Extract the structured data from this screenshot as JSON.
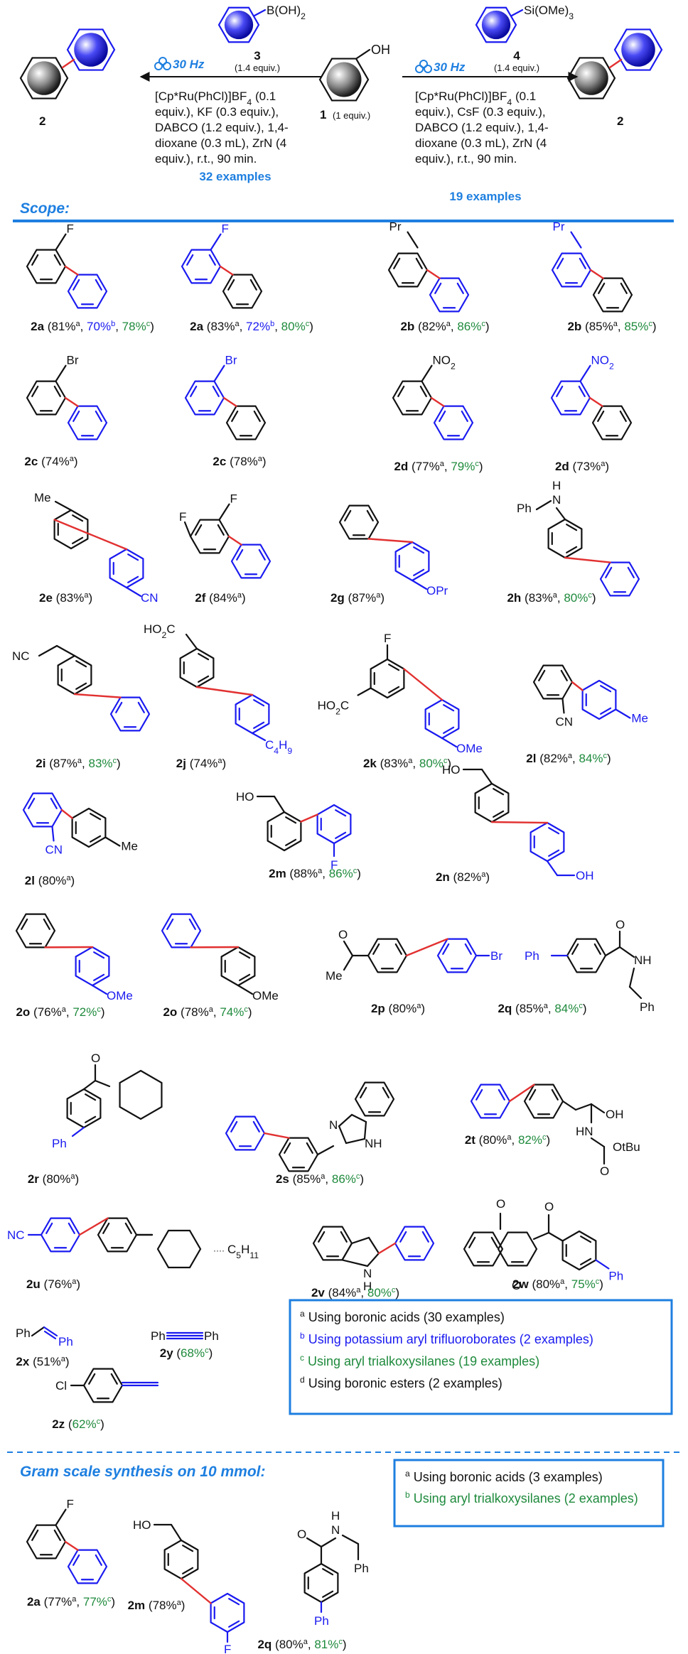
{
  "header": {
    "reagent_boronic": "B(OH)",
    "reagent_boronic_sub": "2",
    "reagent_silane": "Si(OMe)",
    "reagent_silane_sub": "3",
    "num3": "3",
    "num4": "4",
    "equiv3": "(1.4 equiv.)",
    "equiv4": "(1.4 equiv.)",
    "freq_left": "30 Hz",
    "freq_right": "30 Hz",
    "phenol_oh": "OH",
    "phenol_num": "1",
    "phenol_equiv": "(1 equiv.)",
    "product_left": "2",
    "product_right": "2",
    "cond_left": [
      "[Cp*Ru(PhCl)]BF",
      "equiv.), KF (0.3 equiv.),",
      "DABCO (1.2 equiv.), 1,4-",
      "dioxane (0.3 mL), ZrN (4",
      "equiv.), r.t., 90 min."
    ],
    "cond_left_tail": "(0.1",
    "cond_left_sub": "4",
    "cond_right": [
      "[Cp*Ru(PhCl)]BF",
      "equiv.), CsF (0.3 equiv.),",
      "DABCO (1.2 equiv.), 1,4-",
      "dioxane (0.3 mL), ZrN (4",
      "equiv.), r.t., 90 min."
    ],
    "cond_right_tail": "(0.1",
    "cond_right_sub": "4",
    "examples_left": "32 examples",
    "examples_right": "19 examples"
  },
  "scope_title": "Scope:",
  "entries": [
    {
      "label": "2a",
      "pct": "81%",
      "sup": "a",
      "extra": [
        {
          "text": "70%",
          "sup": "b",
          "color": "blue"
        },
        {
          "text": "78%",
          "sup": "c",
          "color": "green"
        }
      ]
    },
    {
      "label": "2a",
      "pct": "83%",
      "sup": "a",
      "extra": [
        {
          "text": "72%",
          "sup": "b",
          "color": "blue"
        },
        {
          "text": "80%",
          "sup": "c",
          "color": "green"
        }
      ]
    },
    {
      "label": "2b",
      "pct": "82%",
      "sup": "a",
      "extra": [
        {
          "text": "86%",
          "sup": "c",
          "color": "green"
        }
      ]
    },
    {
      "label": "2b",
      "pct": "85%",
      "sup": "a",
      "extra": [
        {
          "text": "85%",
          "sup": "c",
          "color": "green"
        }
      ]
    },
    {
      "label": "2c",
      "pct": "74%",
      "sup": "a",
      "extra": []
    },
    {
      "label": "2c",
      "pct": "78%",
      "sup": "a",
      "extra": []
    },
    {
      "label": "2d",
      "pct": "77%",
      "sup": "a",
      "extra": [
        {
          "text": "79%",
          "sup": "c",
          "color": "green"
        }
      ]
    },
    {
      "label": "2d",
      "pct": "73%",
      "sup": "a",
      "extra": []
    },
    {
      "label": "2e",
      "pct": "83%",
      "sup": "a",
      "extra": []
    },
    {
      "label": "2f",
      "pct": "84%",
      "sup": "a",
      "extra": []
    },
    {
      "label": "2g",
      "pct": "87%",
      "sup": "a",
      "extra": []
    },
    {
      "label": "2h",
      "pct": "83%",
      "sup": "a",
      "extra": [
        {
          "text": "80%",
          "sup": "c",
          "color": "green"
        }
      ]
    },
    {
      "label": "2i",
      "pct": "87%",
      "sup": "a",
      "extra": [
        {
          "text": "83%",
          "sup": "c",
          "color": "green"
        }
      ]
    },
    {
      "label": "2j",
      "pct": "74%",
      "sup": "a",
      "extra": []
    },
    {
      "label": "2k",
      "pct": "83%",
      "sup": "a",
      "extra": [
        {
          "text": "80%",
          "sup": "c",
          "color": "green"
        }
      ]
    },
    {
      "label": "2l",
      "pct": "82%",
      "sup": "a",
      "extra": [
        {
          "text": "84%",
          "sup": "c",
          "color": "green"
        }
      ]
    },
    {
      "label": "2l",
      "pct": "80%",
      "sup": "a",
      "extra": []
    },
    {
      "label": "2m",
      "pct": "88%",
      "sup": "a",
      "extra": [
        {
          "text": "86%",
          "sup": "c",
          "color": "green"
        }
      ]
    },
    {
      "label": "2n",
      "pct": "82%",
      "sup": "a",
      "extra": []
    },
    {
      "label": "2o",
      "pct": "76%",
      "sup": "a",
      "extra": [
        {
          "text": "72%",
          "sup": "c",
          "color": "green"
        }
      ]
    },
    {
      "label": "2o",
      "pct": "78%",
      "sup": "a",
      "extra": [
        {
          "text": "74%",
          "sup": "c",
          "color": "green"
        }
      ]
    },
    {
      "label": "2p",
      "pct": "80%",
      "sup": "a",
      "extra": []
    },
    {
      "label": "2q",
      "pct": "85%",
      "sup": "a",
      "extra": [
        {
          "text": "84%",
          "sup": "c",
          "color": "green"
        }
      ]
    },
    {
      "label": "2r",
      "pct": "80%",
      "sup": "a",
      "extra": []
    },
    {
      "label": "2s",
      "pct": "85%",
      "sup": "a",
      "extra": [
        {
          "text": "86%",
          "sup": "c",
          "color": "green"
        }
      ]
    },
    {
      "label": "2t",
      "pct": "80%",
      "sup": "a",
      "extra": [
        {
          "text": "82%",
          "sup": "c",
          "color": "green"
        }
      ]
    },
    {
      "label": "2u",
      "pct": "76%",
      "sup": "a",
      "extra": []
    },
    {
      "label": "2v",
      "pct": "84%",
      "sup": "a",
      "extra": [
        {
          "text": "80%",
          "sup": "c",
          "color": "green"
        }
      ]
    },
    {
      "label": "2w",
      "pct": "80%",
      "sup": "a",
      "extra": [
        {
          "text": "75%",
          "sup": "c",
          "color": "green"
        }
      ]
    },
    {
      "label": "2x",
      "pct": "51%",
      "sup": "a",
      "extra": []
    },
    {
      "label": "2y",
      "pct": "",
      "sup": "",
      "extra": [
        {
          "text": "68%",
          "sup": "c",
          "color": "green"
        }
      ]
    },
    {
      "label": "2z",
      "pct": "",
      "sup": "",
      "extra": [
        {
          "text": "62%",
          "sup": "c",
          "color": "green"
        }
      ]
    }
  ],
  "atom_labels": {
    "F": "F",
    "Pr": "Pr",
    "Br": "Br",
    "NO": "NO",
    "NO_sub": "2",
    "Me": "Me",
    "CN": "CN",
    "OPr": "OPr",
    "N": "N",
    "H": "H",
    "Ph": "Ph",
    "NC": "NC",
    "HO2C": "HO",
    "HO2C_sub": "2",
    "HO2C_tail": "C",
    "C4H9": "C",
    "C4H9_a": "4",
    "C4H9_b": "H",
    "C4H9_c": "9",
    "OMe": "OMe",
    "HO": "HO",
    "OH": "OH",
    "O": "O",
    "NH": "NH",
    "HN": "HN",
    "OtBu": "OtBu",
    "C5H11": "C",
    "C5H11_a": "5",
    "C5H11_b": "H",
    "C5H11_c": "11",
    "Cl": "Cl"
  },
  "footnotes": [
    {
      "sup": "a",
      "text": "Using  boronic acids (30 examples)",
      "color": "black"
    },
    {
      "sup": "b",
      "text": "Using potassium aryl trifluoroborates (2 examples)",
      "color": "blue"
    },
    {
      "sup": "c",
      "text": "Using aryl trialkoxysilanes (19 examples)",
      "color": "green"
    },
    {
      "sup": "d",
      "text": "Using boronic esters (2 examples)",
      "color": "black"
    }
  ],
  "gram_title": "Gram scale synthesis on 10 mmol:",
  "gram_footnotes": [
    {
      "sup": "a",
      "text": "Using  boronic acids (3 examples)",
      "color": "black"
    },
    {
      "sup": "b",
      "text": "Using aryl trialkoxysilanes (2 examples)",
      "color": "green"
    }
  ],
  "gram_entries": [
    {
      "label": "2a",
      "pct": "77%",
      "sup": "a",
      "extra": [
        {
          "text": "77%",
          "sup": "c",
          "color": "green"
        }
      ]
    },
    {
      "label": "2m",
      "pct": "78%",
      "sup": "a",
      "extra": []
    },
    {
      "label": "2q",
      "pct": "80%",
      "sup": "a",
      "extra": [
        {
          "text": "81%",
          "sup": "c",
          "color": "green"
        }
      ]
    }
  ],
  "colors": {
    "blue": "#1a1af0",
    "green": "#1e8a3c",
    "accent": "#1e7fe0",
    "black": "#111111"
  }
}
